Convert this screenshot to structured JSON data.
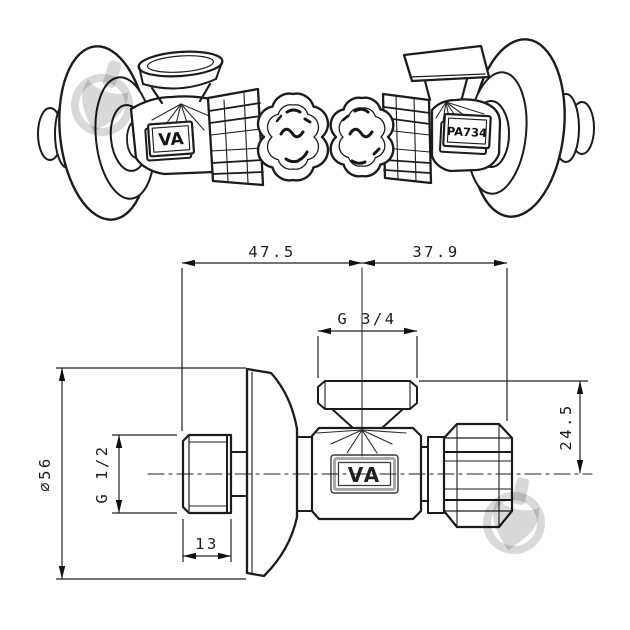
{
  "colors": {
    "background": "#ffffff",
    "line": "#1c1c1c",
    "thin_line": "#2a2a2a",
    "plate_accent": "#a9a9a9",
    "watermark": "rgba(0,0,0,0.15)"
  },
  "iso_views": {
    "left": {
      "plate_label": "VA"
    },
    "right": {
      "plate_label": "PA734"
    }
  },
  "tech_drawing": {
    "body_label": "VA",
    "dimensions": {
      "total_left": "47.5",
      "total_right": "37.9",
      "top_thread": "G 3/4",
      "flange_diameter": "⌀56",
      "inlet_thread": "G 1/2",
      "thread_length": "13",
      "center_to_top": "24.5"
    }
  }
}
